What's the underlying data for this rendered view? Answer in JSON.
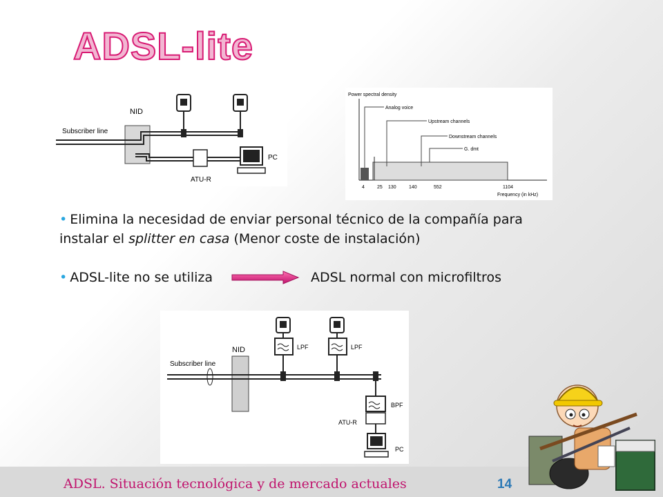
{
  "slide": {
    "title": "ADSL-lite",
    "bullet1_a": "Elimina la necesidad de enviar personal técnico de la compañía para instalar el ",
    "bullet1_italic": "splitter en casa",
    "bullet1_b": " (Menor coste de instalación)",
    "bullet2_left": "ADSL-lite no se utiliza",
    "bullet2_right": "ADSL normal con microfiltros",
    "footer_text": "ADSL. Situación tecnológica y de mercado actuales",
    "page_number": "14"
  },
  "diagram_top": {
    "nid": "NID",
    "subscriber_line": "Subscriber line",
    "pc": "PC",
    "atur": "ATU-R"
  },
  "spectrum": {
    "y_label": "Power spectral density",
    "analog_voice": "Analog voice",
    "upstream": "Upstream channels",
    "downstream": "Downstream channels",
    "gdmt": "G. dmt",
    "x_label": "Frequency (in kHz)",
    "ticks": [
      "4",
      "25",
      "130",
      "140",
      "552",
      "1104"
    ]
  },
  "diagram_bottom": {
    "nid": "NID",
    "subscriber_line": "Subscriber line",
    "lpf1": "LPF",
    "lpf2": "LPF",
    "bpf": "BPF",
    "atur": "ATU-R",
    "pc": "PC"
  },
  "colors": {
    "title": "#d81a73",
    "bullet": "#2aa7e0",
    "footer_text": "#c0136d",
    "page_number": "#2a78b5"
  }
}
